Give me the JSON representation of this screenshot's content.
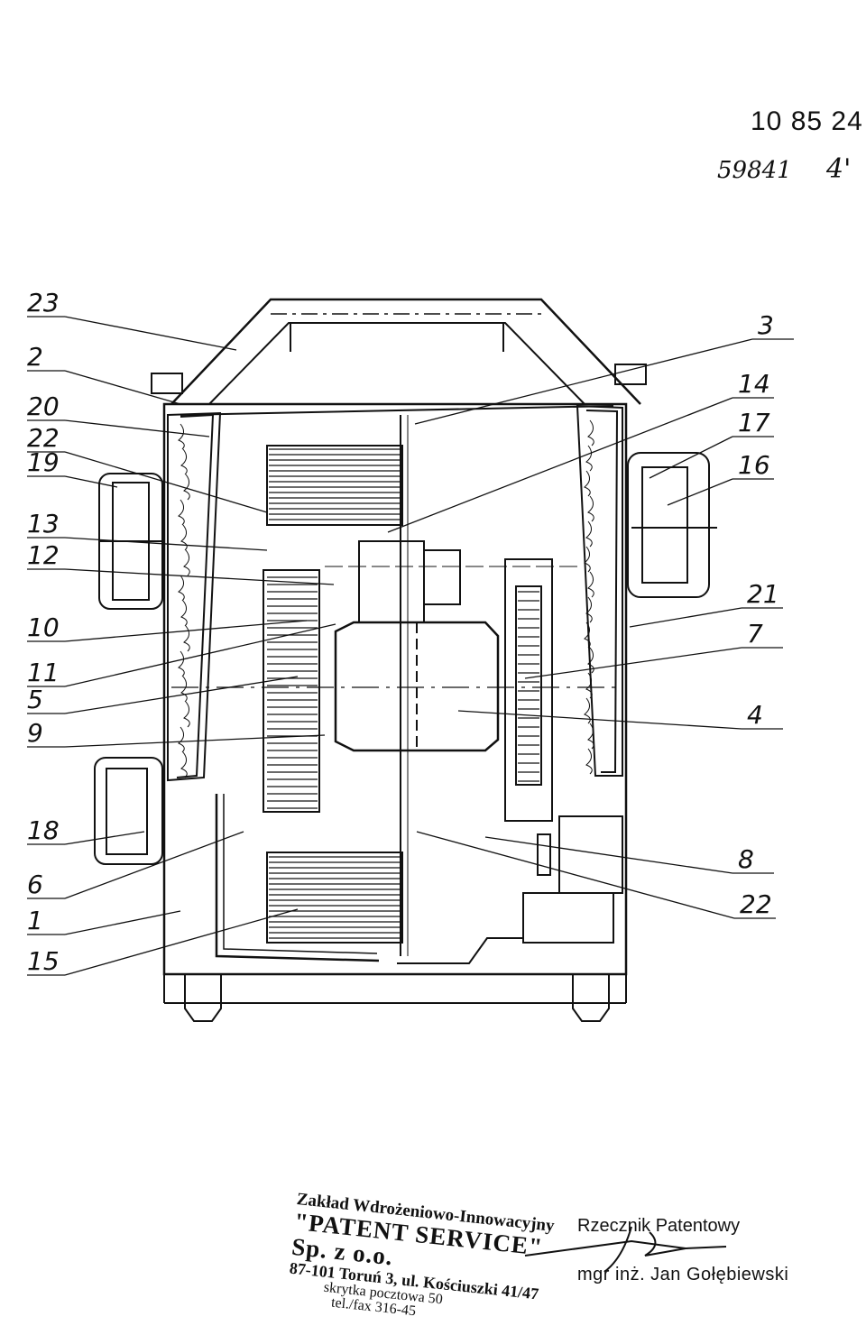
{
  "document": {
    "number": "10 85 24",
    "handwritten_id": "59841",
    "handwritten_mark": "4'"
  },
  "labels_left": [
    "23",
    "2",
    "20",
    "22",
    "19",
    "13",
    "12",
    "10",
    "11",
    "5",
    "9",
    "18",
    "6",
    "1",
    "15"
  ],
  "labels_right": [
    "3",
    "14",
    "17",
    "16",
    "21",
    "7",
    "4",
    "8",
    "22"
  ],
  "stamp": {
    "line1": "Zakład Wdrożeniowo-Innowacyjny",
    "line2": "\"PATENT SERVICE\" Sp. z o.o.",
    "line3": "87-101 Toruń 3, ul. Kościuszki 41/47",
    "line4": "skrytka pocztowa 50",
    "line5": "tel./fax 316-45"
  },
  "attorney": {
    "title": "Rzecznik Patentowy",
    "name": "mgr inż. Jan Gołębiewski"
  }
}
